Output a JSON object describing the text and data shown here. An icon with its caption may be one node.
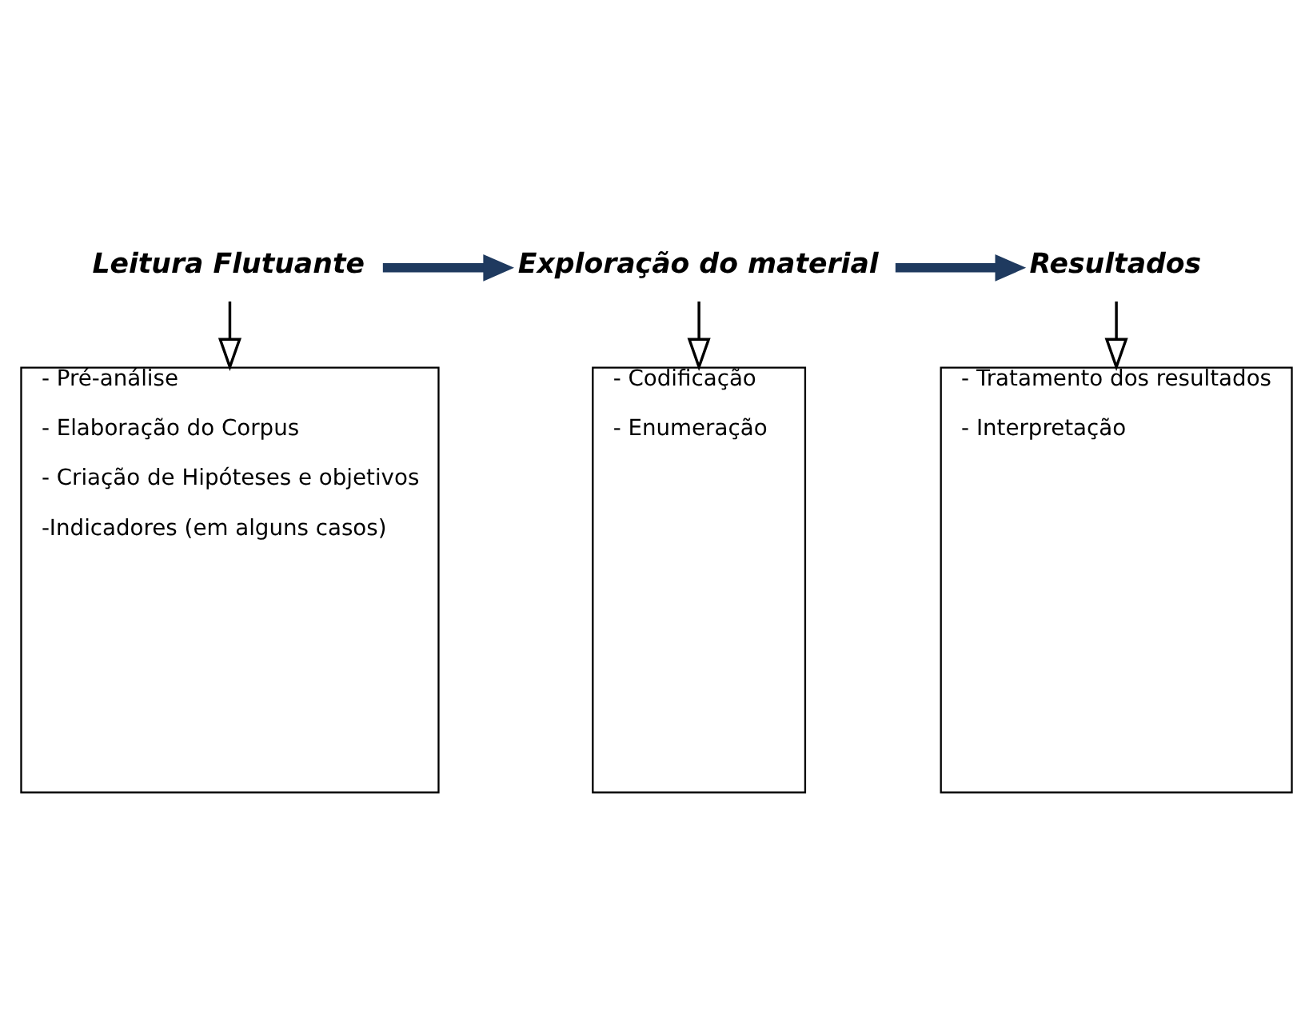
{
  "diagram": {
    "nodes": [
      {
        "text": [
          "Leitura Flutuante"
        ]
      },
      {
        "text": [
          "Exploração do material"
        ]
      },
      {
        "text": [
          "Resultados"
        ]
      },
      {
        "text": [
          "- Pré-análise",
          "- Elaboração do Corpus",
          "- Criação de Hipóteses e objetivos",
          "-Indicadores (em alguns casos)"
        ]
      },
      {
        "text": [
          "- Codificação",
          "- Enumeração"
        ]
      },
      {
        "text": [
          "- Tratamento dos resultados",
          "- Interpretação"
        ]
      }
    ],
    "edges": [
      {
        "from": 0,
        "to": 1,
        "arrow": "to",
        "style": "thick",
        "color": "#1f3a5f"
      },
      {
        "from": 1,
        "to": 2,
        "arrow": "to",
        "style": "thick",
        "color": "#1f3a5f"
      },
      {
        "from": 0,
        "to": 3,
        "arrow": "to"
      },
      {
        "from": 1,
        "to": 4,
        "arrow": "to"
      },
      {
        "from": 2,
        "to": 5,
        "arrow": "to"
      }
    ]
  }
}
